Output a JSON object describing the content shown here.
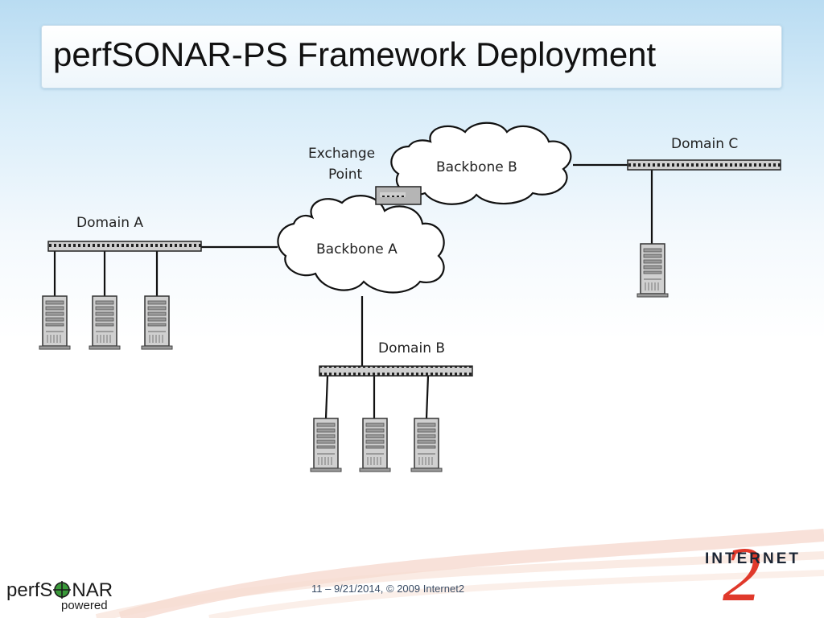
{
  "slide": {
    "title": "perfSONAR-PS Framework Deployment",
    "footer": "11 – 9/21/2014, © 2009 Internet2"
  },
  "diagram": {
    "labels": {
      "domain_a": "Domain A",
      "domain_b": "Domain B",
      "domain_c": "Domain C",
      "backbone_a": "Backbone A",
      "backbone_b": "Backbone B",
      "exchange_line1": "Exchange",
      "exchange_line2": "Point"
    }
  },
  "logos": {
    "perfsonar_left": "perfS",
    "perfsonar_right": "NAR",
    "perfsonar_sub": "powered",
    "internet2_word": "INTERNET",
    "internet2_numeral": "2"
  },
  "colors": {
    "accent_red": "#e0392b",
    "perfsonar_green": "#3a9a3a",
    "line": "#111111"
  }
}
